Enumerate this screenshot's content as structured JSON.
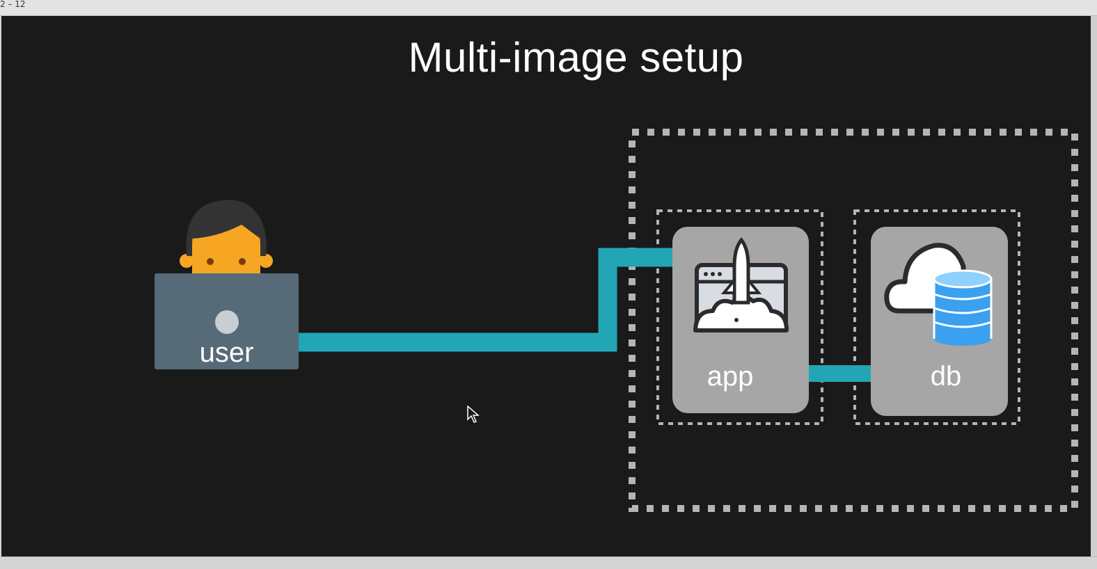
{
  "window": {
    "label": "2 – 12"
  },
  "slide": {
    "title": "Multi-image setup"
  },
  "nodes": {
    "user": {
      "label": "user",
      "icon": "person-at-laptop-icon"
    },
    "app": {
      "label": "app",
      "icon": "rocket-launch-icon"
    },
    "db": {
      "label": "db",
      "icon": "cloud-database-icon"
    }
  },
  "colors": {
    "background": "#1a1a1a",
    "connector": "#22a6b5",
    "node_box": "#a6a6a6",
    "laptop": "#566a78",
    "skin": "#f6a623",
    "hair": "#333333",
    "db_cylinder": "#3aa0f0"
  }
}
